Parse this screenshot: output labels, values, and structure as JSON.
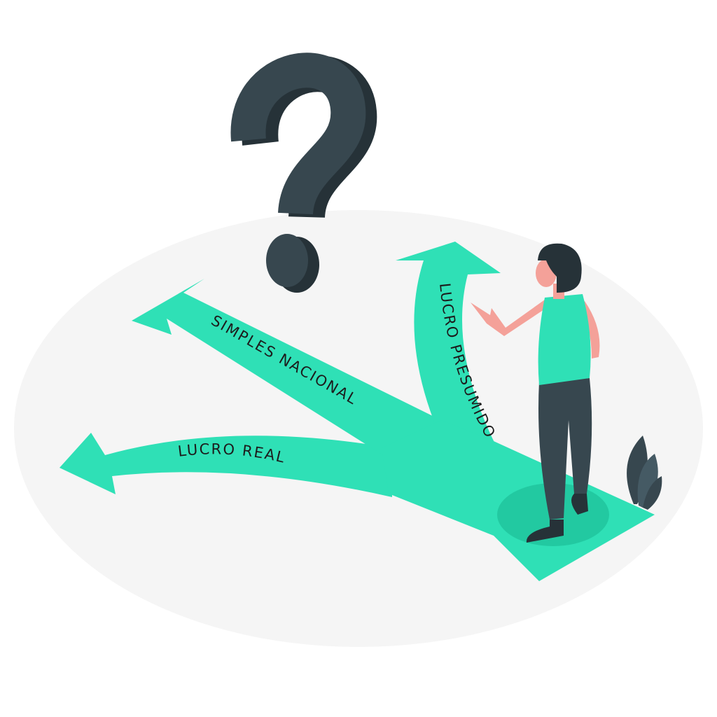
{
  "illustration": {
    "paths": [
      {
        "label": "SIMPLES NACIONAL"
      },
      {
        "label": "LUCRO REAL"
      },
      {
        "label": "LUCRO PRESUMIDO"
      }
    ]
  },
  "colors": {
    "accent": "#2fe0b6",
    "accent_dark": "#22c9a1",
    "dark": "#37474f",
    "dark_shade": "#263238",
    "skin": "#f4a199",
    "ground": "#f5f5f5"
  }
}
